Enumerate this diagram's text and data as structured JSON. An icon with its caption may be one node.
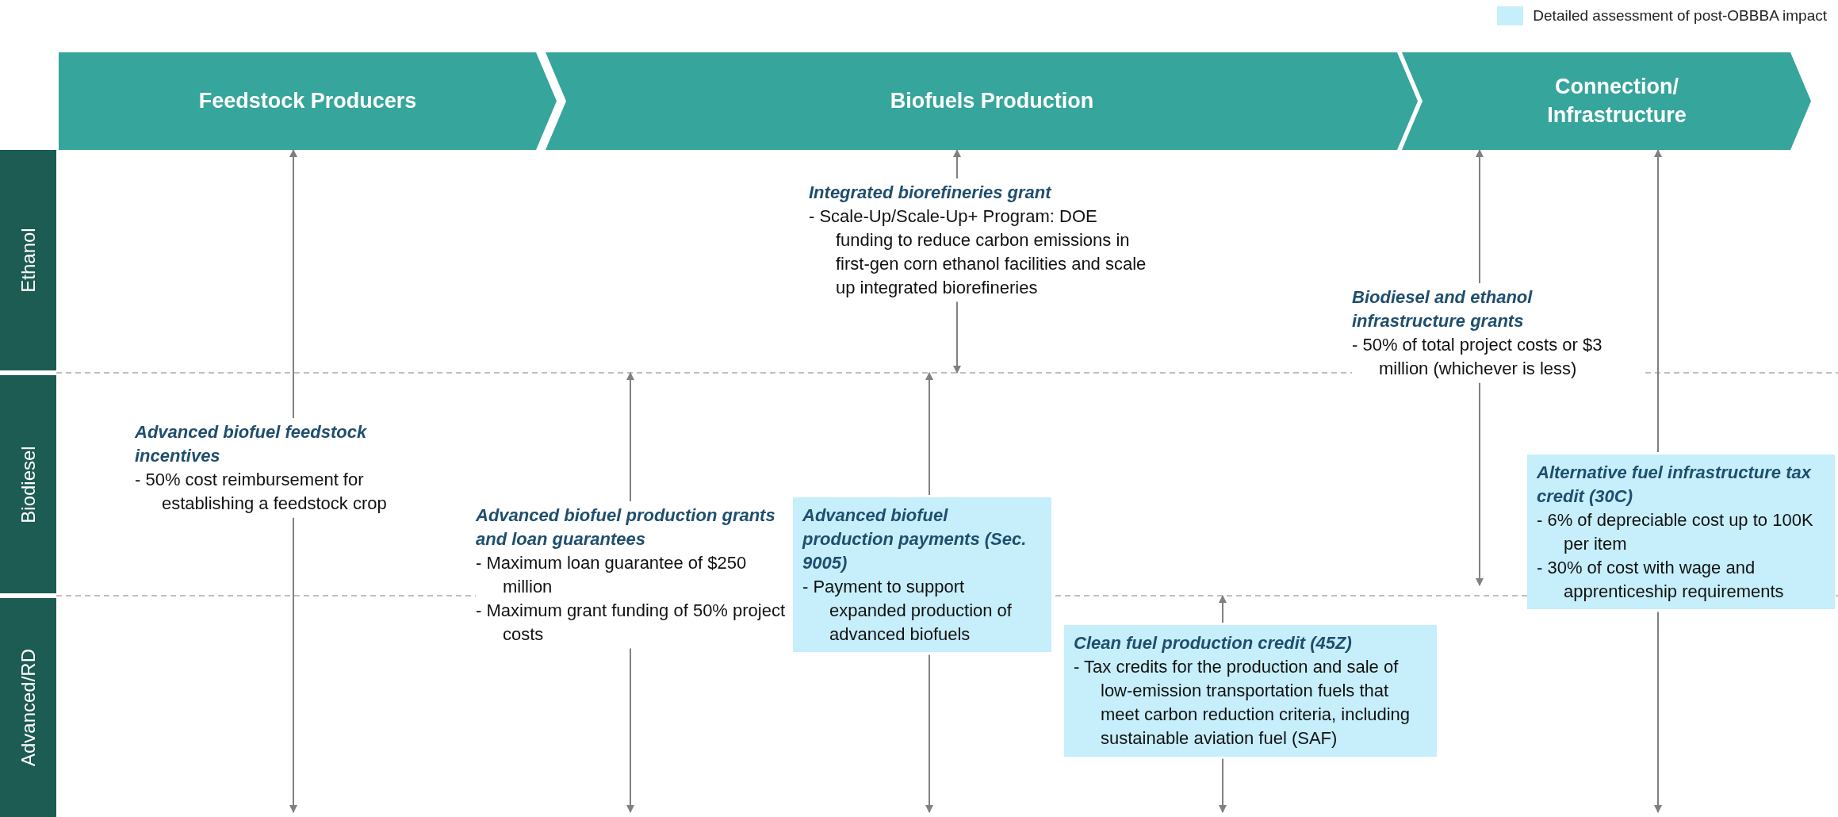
{
  "diagram": {
    "nodes": [
      {
        "text": [
          "Feedstock Producers"
        ]
      },
      {
        "text": [
          "Biofuels Production"
        ]
      },
      {
        "text": [
          "Connection/ Infrastructure"
        ]
      },
      {
        "text": [
          "Ethanol"
        ]
      },
      {
        "text": [
          "Biodiesel"
        ]
      },
      {
        "text": [
          "Advanced/RD"
        ]
      },
      {
        "text": [
          "Integrated biorefineries grant",
          "- Scale-Up/Scale-Up+ Program: DOE funding to reduce carbon emissions in first-gen corn ethanol facilities and scale up integrated biorefineries"
        ]
      },
      {
        "text": [
          "Biodiesel and ethanol infrastructure grants",
          "- 50% of total project costs or $3 million (whichever is less)"
        ]
      },
      {
        "text": [
          "Advanced biofuel feedstock incentives",
          "- 50% cost reimbursement for establishing a feedstock crop"
        ]
      },
      {
        "text": [
          "Alternative fuel infrastructure tax credit (30C)",
          "- 6% of depreciable cost up to 100K per item",
          "- 30% of cost with wage and apprenticeship requirements"
        ]
      },
      {
        "text": [
          "Advanced biofuel production grants and loan guarantees",
          "- Maximum loan guarantee of $250 million",
          "- Maximum grant funding of 50% project costs"
        ]
      },
      {
        "text": [
          "Advanced biofuel production payments (Sec. 9005)",
          "- Payment to support expanded production of advanced biofuels"
        ]
      },
      {
        "text": [
          "Clean fuel production credit (45Z)",
          "- Tax credits for the production and sale of low-emission transportation fuels that meet carbon reduction criteria, including sustainable aviation fuel (SAF)"
        ]
      }
    ],
    "edges": [
      {
        "from": 6,
        "to": 1,
        "arrow": "to"
      },
      {
        "from": 6,
        "to": null,
        "arrow": "to"
      },
      {
        "from": 7,
        "to": 2,
        "arrow": "to"
      },
      {
        "from": 7,
        "to": null,
        "arrow": "to"
      },
      {
        "from": 8,
        "to": 0,
        "arrow": "to"
      },
      {
        "from": 8,
        "to": null,
        "arrow": "to"
      },
      {
        "from": 9,
        "to": 2,
        "arrow": "to"
      },
      {
        "from": 9,
        "to": null,
        "arrow": "to"
      },
      {
        "from": 10,
        "to": null,
        "arrow": "to"
      },
      {
        "from": 10,
        "to": null,
        "arrow": "to"
      },
      {
        "from": 11,
        "to": null,
        "arrow": "to"
      },
      {
        "from": 11,
        "to": null,
        "arrow": "to"
      },
      {
        "from": 12,
        "to": null,
        "arrow": "to"
      },
      {
        "from": 12,
        "to": null,
        "arrow": "to"
      }
    ],
    "legend": [
      {
        "text": "Detailed assessment of post-OBBBA impact",
        "color": "#c6eefb"
      }
    ]
  }
}
